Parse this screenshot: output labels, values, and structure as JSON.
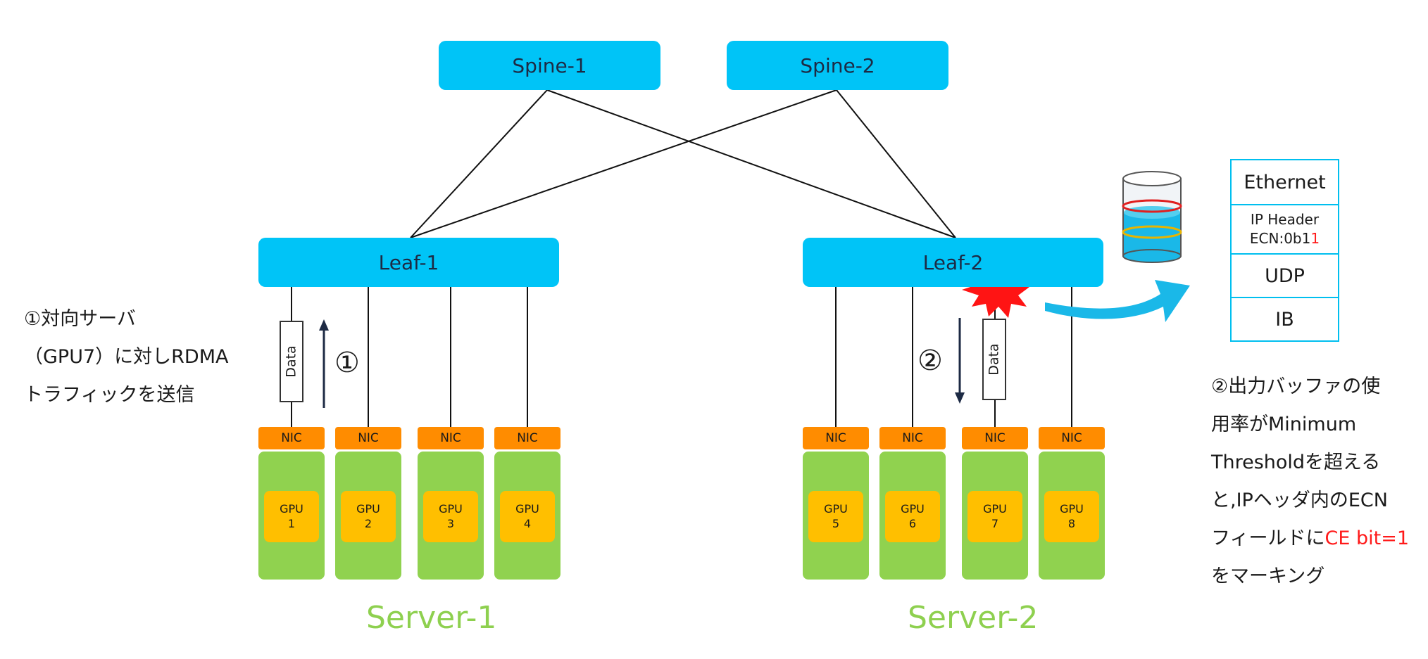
{
  "spines": [
    {
      "label": "Spine-1"
    },
    {
      "label": "Spine-2"
    }
  ],
  "leaves": [
    {
      "label": "Leaf-1"
    },
    {
      "label": "Leaf-2"
    }
  ],
  "nic_label": "NIC",
  "gpus": [
    {
      "word": "GPU",
      "num": "1"
    },
    {
      "word": "GPU",
      "num": "2"
    },
    {
      "word": "GPU",
      "num": "3"
    },
    {
      "word": "GPU",
      "num": "4"
    },
    {
      "word": "GPU",
      "num": "5"
    },
    {
      "word": "GPU",
      "num": "6"
    },
    {
      "word": "GPU",
      "num": "7"
    },
    {
      "word": "GPU",
      "num": "8"
    }
  ],
  "servers": [
    {
      "label": "Server-1"
    },
    {
      "label": "Server-2"
    }
  ],
  "data_label": "Data",
  "step1_marker": "①",
  "step2_marker": "②",
  "note1": {
    "lines": [
      "①対向サーバ",
      "（GPU7）に対しRDMA",
      "トラフィックを送信"
    ]
  },
  "note2": {
    "line1": " ②出力バッファの使",
    "line2": "用率がMinimum",
    "line3": "Thresholdを超える",
    "line4": "と,IPヘッダ内のECN",
    "line5_pre": "フィールドに",
    "line5_red": "CE bit=1",
    "line6": "をマーキング"
  },
  "header_stack": {
    "ethernet": "Ethernet",
    "ip_header": "IP Header",
    "ecn_prefix": "ECN:0b1",
    "ecn_red": "1",
    "udp": "UDP",
    "ib": "IB"
  },
  "colors": {
    "switch": "#00c4f7",
    "nic": "#ff8c00",
    "server": "#90d24f",
    "gpu": "#ffbf00",
    "server_label": "#8ed04f",
    "accent_red": "#ff1a1a",
    "arrow_blue": "#1ab8e8"
  }
}
